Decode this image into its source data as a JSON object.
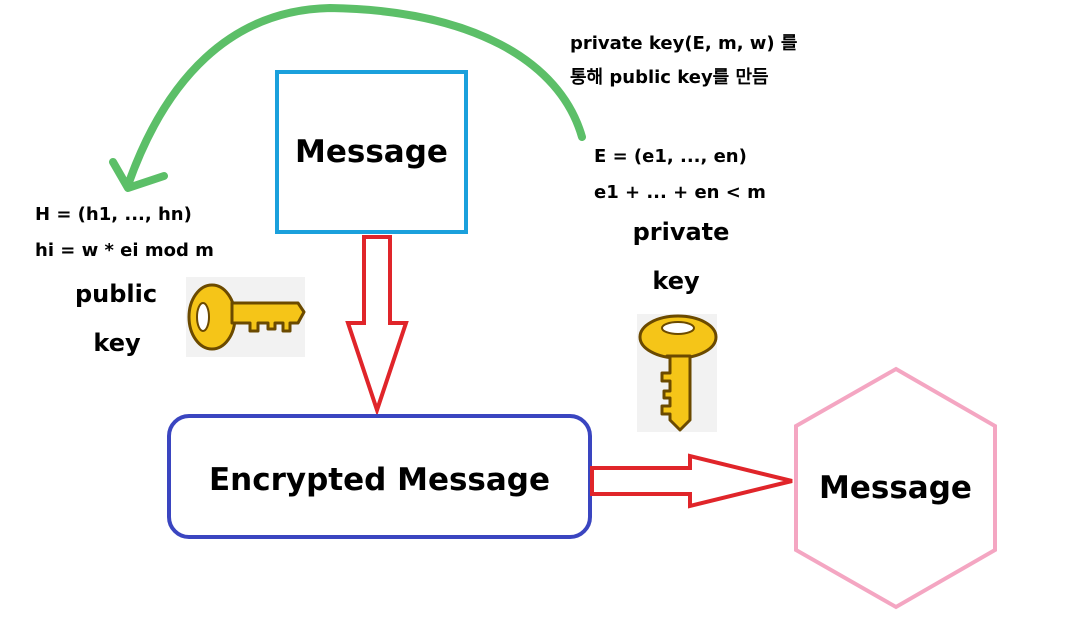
{
  "nodes": {
    "message_top": "Message",
    "encrypted": "Encrypted Message",
    "message_result": "Message"
  },
  "note": {
    "line1": "private key(E, m, w) 를",
    "line2": "통해 public key를 만듬"
  },
  "private_formula": {
    "line1": "E = (e1, ..., en)",
    "line2": "e1 + ... + en < m"
  },
  "public_formula": {
    "line1": "H = (h1, ..., hn)",
    "line2": "hi = w * ei mod m"
  },
  "private_label": {
    "line1": "private",
    "line2": "key"
  },
  "public_label": {
    "line1": "public",
    "line2": "key"
  },
  "colors": {
    "message_box_border": "#1aa0dc",
    "encrypted_box_border": "#3a45c0",
    "hexagon_border": "#f4a6c2",
    "arrow_red": "#e0252a",
    "curve_green": "#5cbf68",
    "key_gold": "#f5c518"
  }
}
